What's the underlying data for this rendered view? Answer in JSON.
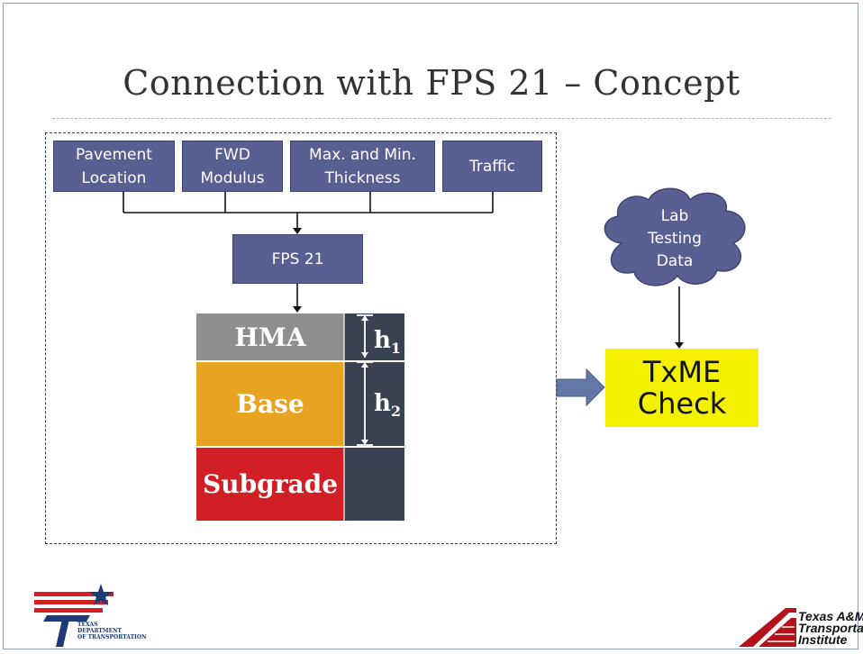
{
  "slide": {
    "title": "Connection with FPS 21 – Concept"
  },
  "inputs": [
    {
      "label": "Pavement\nLocation"
    },
    {
      "label": "FWD\nModulus"
    },
    {
      "label": "Max. and Min.\nThickness"
    },
    {
      "label": "Traffic"
    }
  ],
  "fps_box": {
    "label": "FPS 21"
  },
  "layers": {
    "hma": "HMA",
    "base": "Base",
    "subgrade": "Subgrade",
    "h1": "h",
    "h1_sub": "1",
    "h2": "h",
    "h2_sub": "2"
  },
  "cloud": {
    "label": "Lab\nTesting\nData"
  },
  "txme": {
    "label": "TxME\nCheck"
  },
  "colors": {
    "box_fill": "#5a5f93",
    "hma": "#8e8e8e",
    "base": "#e8a322",
    "subgrade": "#d21f26",
    "thickness_panel": "#3a4152",
    "txme_fill": "#f3f000",
    "arrow_fill": "#6478a8"
  },
  "logos": {
    "txdot_icon": "txdot-star-logo",
    "txdot_text": "TEXAS\nDEPARTMENT\nOF TRANSPORTATION",
    "tti_icon": "tti-road-logo",
    "tti_text": "Texas A&M\nTransportation\nInstitute"
  }
}
